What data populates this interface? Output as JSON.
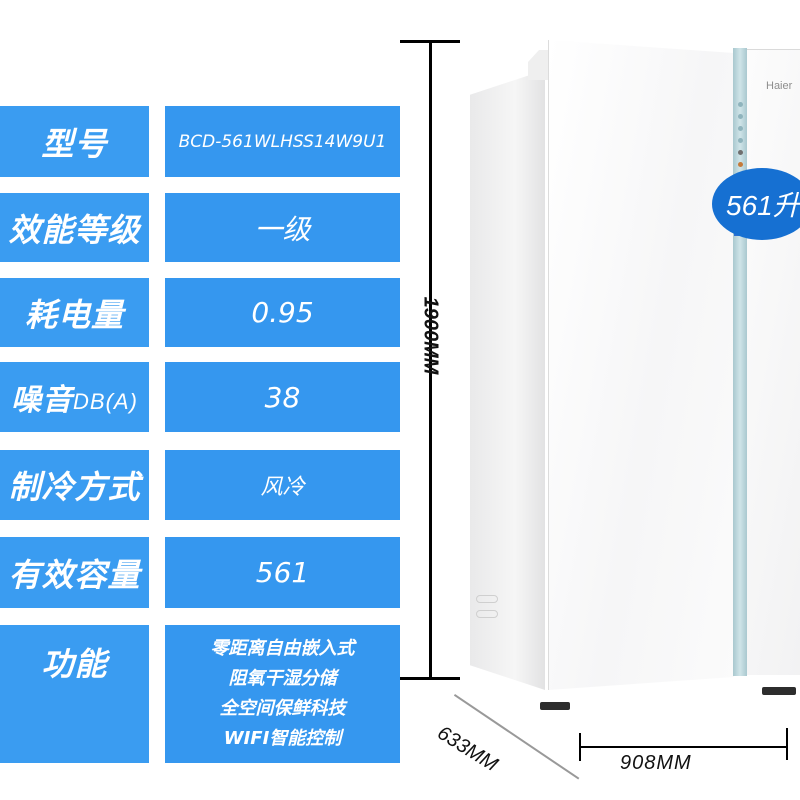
{
  "specs": [
    {
      "label": "型号",
      "value": "BCD-561WLHSS14W9U1"
    },
    {
      "label": "效能等级",
      "value": "一级"
    },
    {
      "label": "耗电量",
      "value": "0.95"
    },
    {
      "label": "噪音",
      "label_suffix": "DB(A)",
      "value": "38"
    },
    {
      "label": "制冷方式",
      "value": "风冷"
    },
    {
      "label": "有效容量",
      "value": "561"
    },
    {
      "label": "功能",
      "value_lines": [
        "零距离自由嵌入式",
        "阻氧干湿分储",
        "全空间保鲜科技",
        "WIFI智能控制"
      ]
    }
  ],
  "dimensions": {
    "height": "1900MM",
    "depth": "633MM",
    "width": "908MM"
  },
  "product": {
    "brand": "Haier",
    "capacity_badge": "561升"
  },
  "colors": {
    "cell_blue": "#3a9cf1",
    "badge_blue": "#1670d2",
    "strip_teal": "#a9c8cf"
  }
}
